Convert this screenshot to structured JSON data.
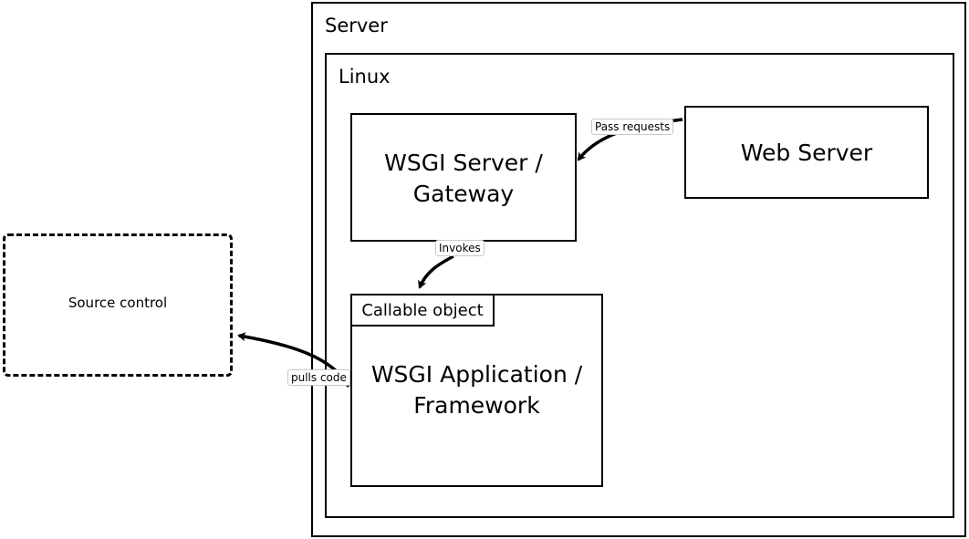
{
  "server": {
    "label": "Server"
  },
  "linux": {
    "label": "Linux"
  },
  "wsgi_server": {
    "line1": "WSGI Server /",
    "line2": "Gateway"
  },
  "web_server": {
    "label": "Web Server"
  },
  "application": {
    "tab_label": "Callable object",
    "line1": "WSGI Application /",
    "line2": "Framework"
  },
  "source_control": {
    "label": "Source control"
  },
  "edges": {
    "pass_requests": "Pass requests",
    "invokes": "Invokes",
    "pulls_code": "pulls code"
  }
}
